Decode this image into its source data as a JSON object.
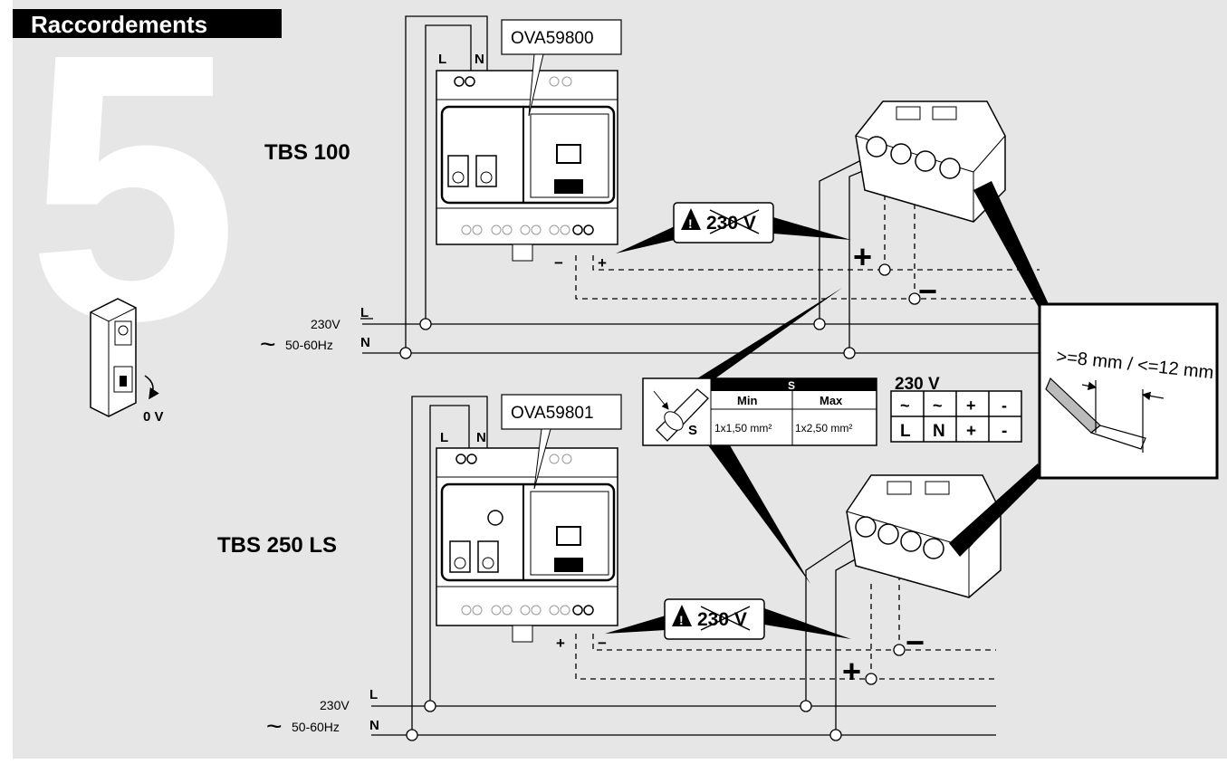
{
  "header": {
    "title": "Raccordements",
    "step_number": "5"
  },
  "breaker": {
    "state_label": "0 V"
  },
  "devices": [
    {
      "model_label": "TBS 100",
      "ref": "OVA59800"
    },
    {
      "model_label": "TBS 250 LS",
      "ref": "OVA59801"
    }
  ],
  "supply": {
    "voltage": "230V",
    "frequency": "50-60Hz",
    "tilde": "~",
    "line_letter": "L",
    "neutral_letter": "N"
  },
  "polarity": {
    "plus": "+",
    "minus": "−"
  },
  "warning": {
    "text": "230 V",
    "symbol": "!"
  },
  "cable_table": {
    "section_symbol": "S",
    "header": "S",
    "columns": [
      "Min",
      "Max"
    ],
    "values": [
      "1x1,50 mm²",
      "1x2,50 mm²"
    ]
  },
  "connector_table": {
    "title": "230 V",
    "symbols": [
      "~",
      "~",
      "+",
      "-"
    ],
    "letters": [
      "L",
      "N",
      "+",
      "-"
    ]
  },
  "strip": {
    "text": ">=8 mm / <=12 mm"
  },
  "colors": {
    "background": "#e6e6e6",
    "header_bg": "#000000",
    "header_text": "#ffffff",
    "big_number": "#ffffff"
  }
}
